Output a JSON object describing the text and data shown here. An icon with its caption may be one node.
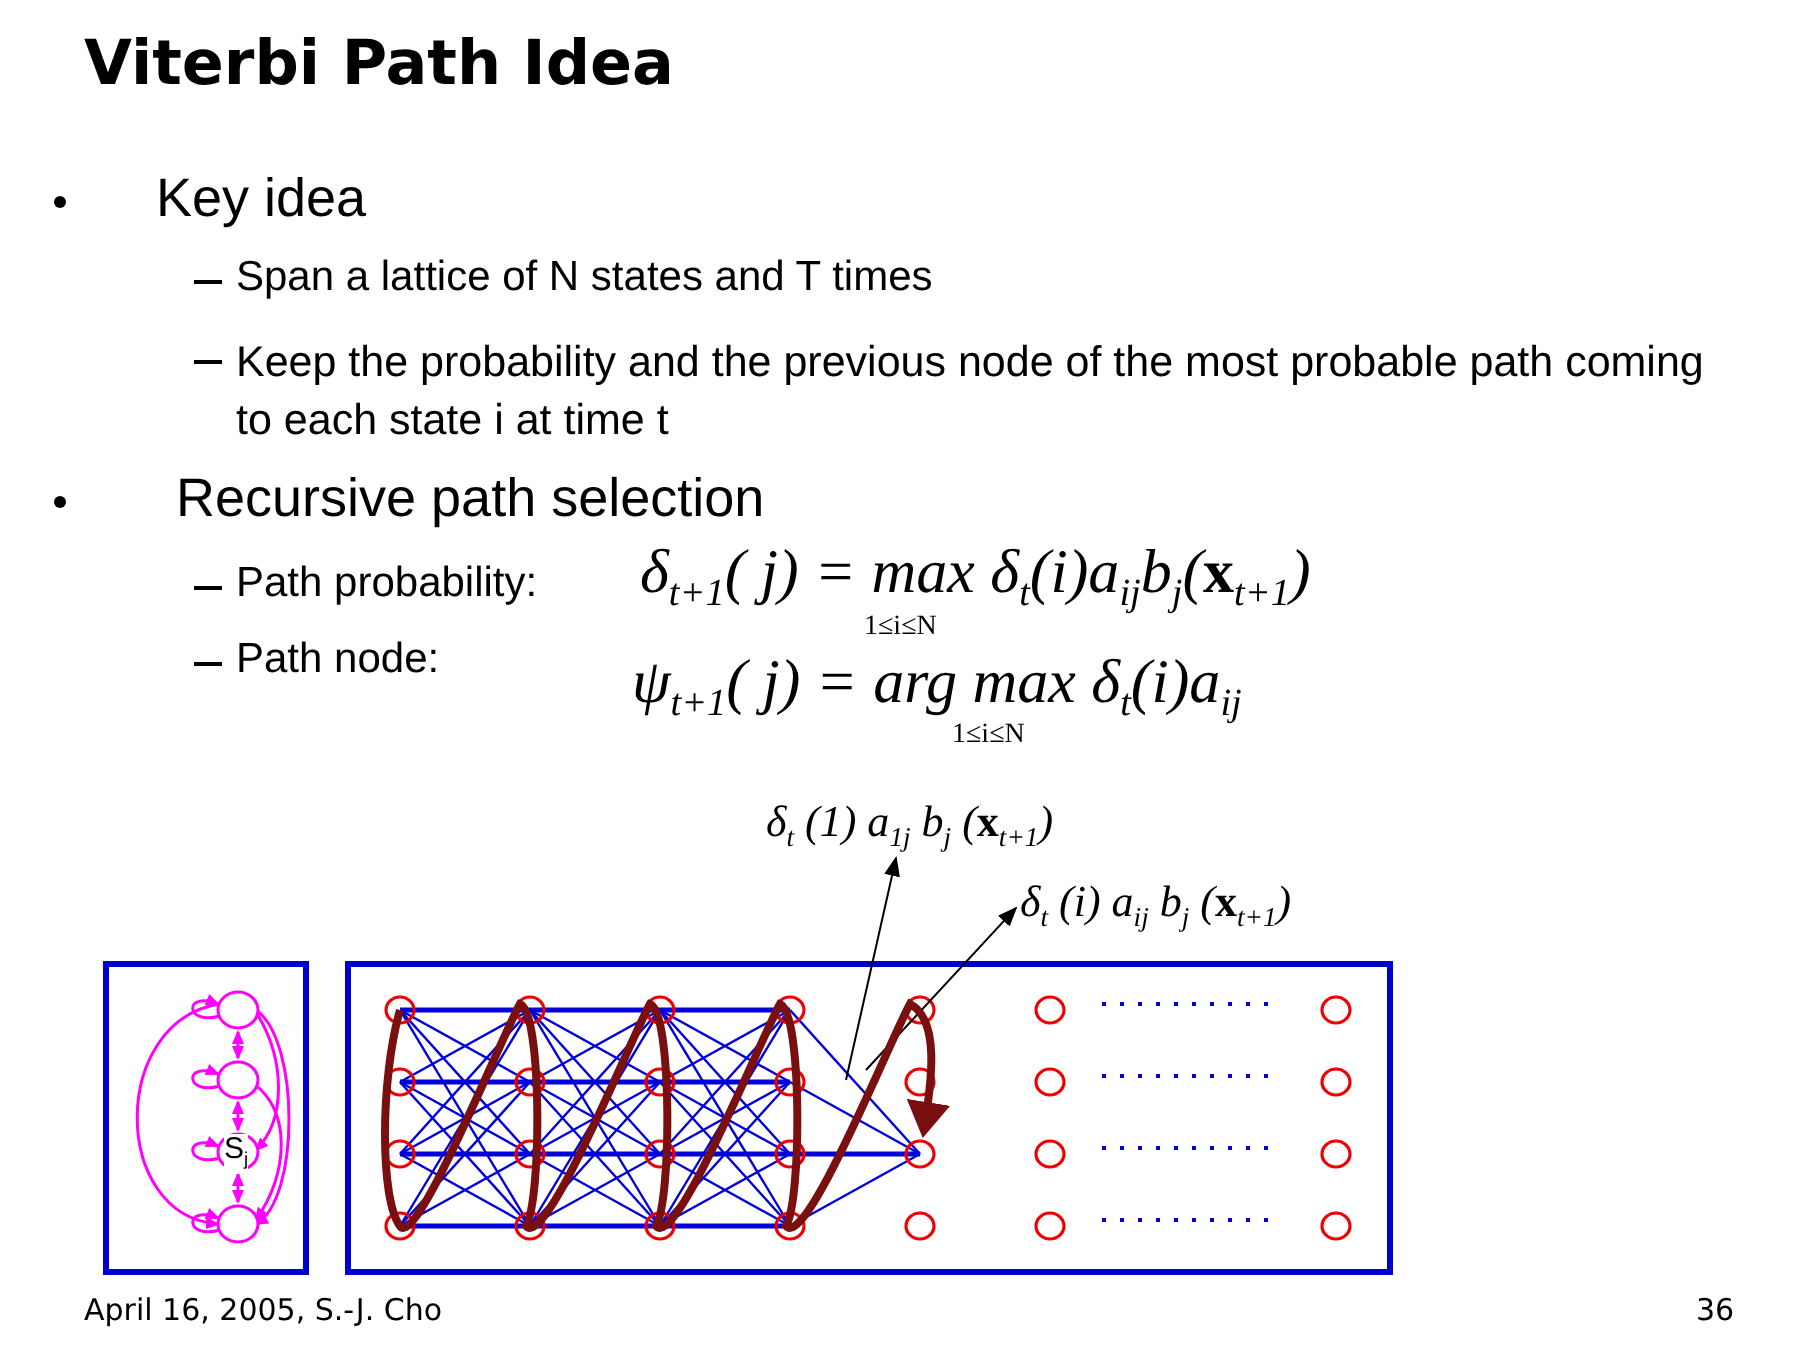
{
  "diagram": {
    "title": "Viterbi Path Idea",
    "nodes": [
      {
        "text": [
          "δ$_{t}$ (1) a$_{1j}$ b$_{j}$ (**x**$_{t+1}$)"
        ]
      },
      {
        "text": [
          "δ$_{t}$ (i) a$_{ij}$ b$_{j}$ (**x**$_{t+1}$)"
        ]
      },
      {
        "text": [],
        "shape": "picture"
      }
    ],
    "edges": [
      {
        "from": 2,
        "to": 0,
        "arrow": "to"
      },
      {
        "from": 2,
        "to": 1,
        "arrow": "to"
      },
      {
        "from": 2,
        "to": 2,
        "arrow": "to",
        "style": "thick",
        "color": "#7a0f0f"
      }
    ],
    "labels": [
      "Key idea",
      "Span a lattice of N states and T times",
      "Keep the probability and the previous node of the most probable path coming to each state i at time t",
      "Recursive path selection",
      "Path probability:",
      "δ$_{t+1}$( j) = max δ$_{t}$(i)a$_{ij}$b$_{j}$(**x**$_{t+1}$)",
      "1≤i≤N",
      "Path node:",
      "ψ$_{t+1}$( j) = arg max δ$_{t}$(i)a$_{ij}$",
      "1≤i≤N",
      "S$_{j}$",
      "April 16, 2005, S.-J. Cho",
      "36"
    ]
  }
}
